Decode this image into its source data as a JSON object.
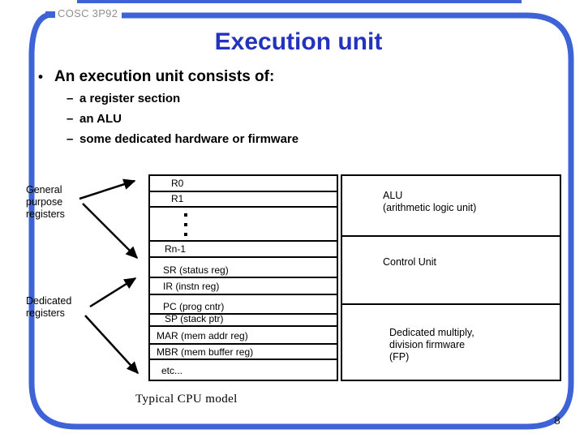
{
  "slide": {
    "course_code": "COSC 3P92",
    "title": "Execution unit",
    "page_number": "8",
    "bullet": {
      "marker": "•",
      "text": "An execution unit consists of:",
      "sub_marker": "–",
      "items": [
        "a register section",
        "an ALU",
        "some dedicated hardware or firmware"
      ]
    },
    "diagram": {
      "caption": "Typical CPU model",
      "group_labels": [
        {
          "id": "general-purpose",
          "lines": [
            "General",
            "purpose",
            "registers"
          ]
        },
        {
          "id": "dedicated",
          "lines": [
            "Dedicated",
            "registers"
          ]
        }
      ],
      "register_stack": {
        "rows": [
          {
            "kind": "r0",
            "label": "R0"
          },
          {
            "kind": "r1",
            "label": "R1"
          },
          {
            "kind": "dots",
            "label": "..."
          },
          {
            "kind": "rn1",
            "label": "Rn-1"
          },
          {
            "kind": "sr",
            "label": "SR (status reg)"
          },
          {
            "kind": "ir",
            "label": "IR (instn reg)"
          },
          {
            "kind": "pc",
            "label": "PC (prog cntr)"
          },
          {
            "kind": "sp",
            "label": "SP (stack ptr)"
          },
          {
            "kind": "mar",
            "label": "MAR (mem addr reg)"
          },
          {
            "kind": "mbr",
            "label": "MBR (mem buffer reg)"
          },
          {
            "kind": "etc",
            "label": "etc..."
          }
        ]
      },
      "right_sections": [
        {
          "kind": "alu",
          "lines": [
            "ALU",
            "(arithmetic logic unit)"
          ]
        },
        {
          "kind": "control",
          "lines": [
            "Control Unit"
          ]
        },
        {
          "kind": "fp",
          "lines": [
            "Dedicated multiply,",
            "division firmware",
            "(FP)"
          ]
        }
      ]
    },
    "colors": {
      "border_blue": "#3e63d7",
      "title_blue": "#2433bd",
      "header_gray": "#8f8f8f",
      "text_black": "#000000"
    }
  }
}
